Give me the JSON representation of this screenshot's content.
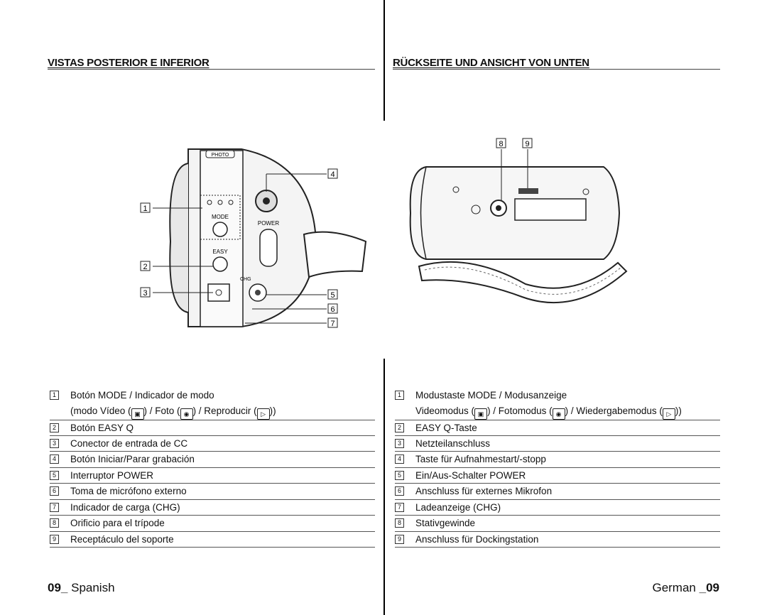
{
  "left": {
    "heading": "VISTAS POSTERIOR E INFERIOR",
    "items": [
      {
        "num": "1",
        "text": "Botón MODE / Indicador de modo",
        "line2a": "(modo Vídeo (",
        "line2b": ") / Foto (",
        "line2c": ") / Reproducir (",
        "line2d": "))"
      },
      {
        "num": "2",
        "text": "Botón EASY Q"
      },
      {
        "num": "3",
        "text": "Conector de entrada de CC"
      },
      {
        "num": "4",
        "text": "Botón Iniciar/Parar grabación"
      },
      {
        "num": "5",
        "text": "Interruptor POWER"
      },
      {
        "num": "6",
        "text": "Toma de micrófono externo"
      },
      {
        "num": "7",
        "text": "Indicador de carga (CHG)"
      },
      {
        "num": "8",
        "text": "Orificio para el trípode"
      },
      {
        "num": "9",
        "text": "Receptáculo del soporte"
      }
    ],
    "footer_num": "09_",
    "footer_lang": "Spanish"
  },
  "right": {
    "heading": "RÜCKSEITE UND ANSICHT VON UNTEN",
    "items": [
      {
        "num": "1",
        "text": "Modustaste MODE / Modusanzeige",
        "line2a": "Videomodus (",
        "line2b": ") / Fotomodus (",
        "line2c": ") / Wiedergabemodus (",
        "line2d": "))"
      },
      {
        "num": "2",
        "text": "EASY Q-Taste"
      },
      {
        "num": "3",
        "text": "Netzteilanschluss"
      },
      {
        "num": "4",
        "text": "Taste für Aufnahmestart/-stopp"
      },
      {
        "num": "5",
        "text": "Ein/Aus-Schalter POWER"
      },
      {
        "num": "6",
        "text": "Anschluss für externes Mikrofon"
      },
      {
        "num": "7",
        "text": "Ladeanzeige (CHG)"
      },
      {
        "num": "8",
        "text": "Stativgewinde"
      },
      {
        "num": "9",
        "text": "Anschluss für Dockingstation"
      }
    ],
    "footer_lang": "German",
    "footer_num": "_09"
  },
  "camera_labels": {
    "photo": "PHOTO",
    "mode": "MODE",
    "power": "POWER",
    "easy": "EASY",
    "chg": "CHG"
  },
  "callouts": {
    "rear": [
      "1",
      "2",
      "3",
      "4",
      "5",
      "6",
      "7"
    ],
    "bottom": [
      "8",
      "9"
    ]
  },
  "icons": {
    "video": "video-camera-icon",
    "photo": "camera-icon",
    "playback": "play-icon"
  }
}
